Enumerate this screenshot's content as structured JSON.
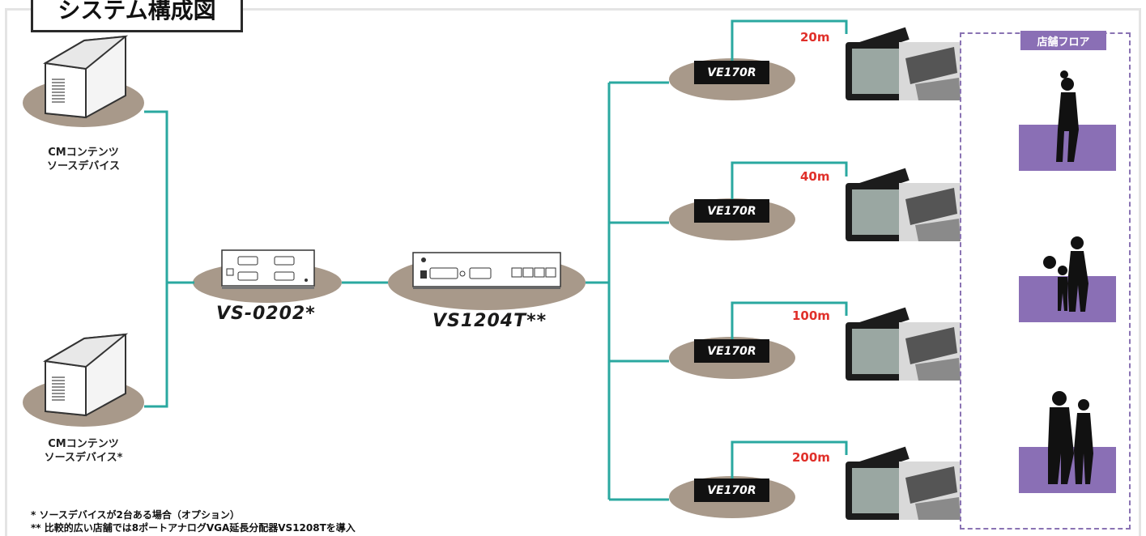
{
  "title": "システム構成図",
  "sources": [
    {
      "label_line1": "CMコンテンツ",
      "label_line2": "ソースデバイス"
    },
    {
      "label_line1": "CMコンテンツ",
      "label_line2": "ソースデバイス*"
    }
  ],
  "switch_label": "VS-0202*",
  "splitter_label": "VS1204T**",
  "receivers": [
    {
      "name": "VE170R",
      "distance": "20m"
    },
    {
      "name": "VE170R",
      "distance": "40m"
    },
    {
      "name": "VE170R",
      "distance": "100m"
    },
    {
      "name": "VE170R",
      "distance": "200m"
    }
  ],
  "floor_label": "店舗フロア",
  "notes": [
    "* ソースデバイスが2台ある場合（オプション）",
    "** 比較的広い店舗では8ポートアナログVGA延長分配器VS1208Tを導入"
  ],
  "colors": {
    "cable": "#2aa8a0",
    "platform": "#a8998a",
    "floor": "#8a6fb5",
    "distance": "#e0302a"
  }
}
